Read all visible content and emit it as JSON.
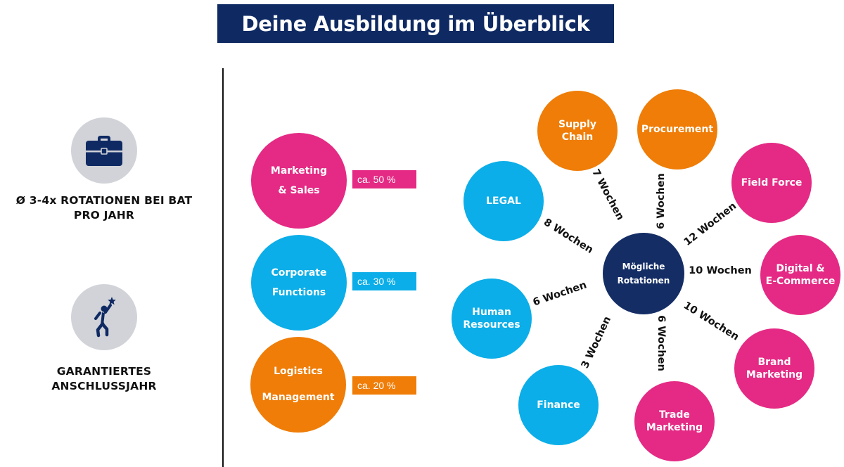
{
  "title": "Deine Ausbildung im Überblick",
  "features": [
    {
      "icon": "briefcase-icon",
      "lines": [
        "Ø 3-4x ROTATIONEN BEI BAT",
        "PRO JAHR"
      ]
    },
    {
      "icon": "jumping-person-star-icon",
      "lines": [
        "GARANTIERTES",
        "ANSCHLUSSJAHR"
      ]
    }
  ],
  "areas": [
    {
      "lines": [
        "Marketing",
        "& Sales"
      ],
      "percent": "ca. 50 %",
      "color": "#e42a84"
    },
    {
      "lines": [
        "Corporate",
        "Functions"
      ],
      "percent": "ca. 30 %",
      "color": "#0baee8"
    },
    {
      "lines": [
        "Logistics",
        "Management"
      ],
      "percent": "ca. 20 %",
      "color": "#ef7d07"
    }
  ],
  "center": {
    "lines": [
      "Mögliche",
      "Rotationen"
    ],
    "color": "#142d65"
  },
  "rotations": [
    {
      "lines": [
        "Supply",
        "Chain"
      ],
      "duration": "7 Wochen",
      "color": "#ef7d07"
    },
    {
      "lines": [
        "Procurement"
      ],
      "duration": "6 Wochen",
      "color": "#ef7d07"
    },
    {
      "lines": [
        "Field Force"
      ],
      "duration": "12 Wochen",
      "color": "#e42a84"
    },
    {
      "lines": [
        "Digital &",
        "E-Commerce"
      ],
      "duration": "10 Wochen",
      "color": "#e42a84"
    },
    {
      "lines": [
        "Brand",
        "Marketing"
      ],
      "duration": "10 Wochen",
      "color": "#e42a84"
    },
    {
      "lines": [
        "Trade",
        "Marketing"
      ],
      "duration": "6 Wochen",
      "color": "#e42a84"
    },
    {
      "lines": [
        "Finance"
      ],
      "duration": "3 Wochen",
      "color": "#0baee8"
    },
    {
      "lines": [
        "Human",
        "Resources"
      ],
      "duration": "6 Wochen",
      "color": "#0baee8"
    },
    {
      "lines": [
        "LEGAL"
      ],
      "duration": "8 Wochen",
      "color": "#0baee8"
    }
  ]
}
